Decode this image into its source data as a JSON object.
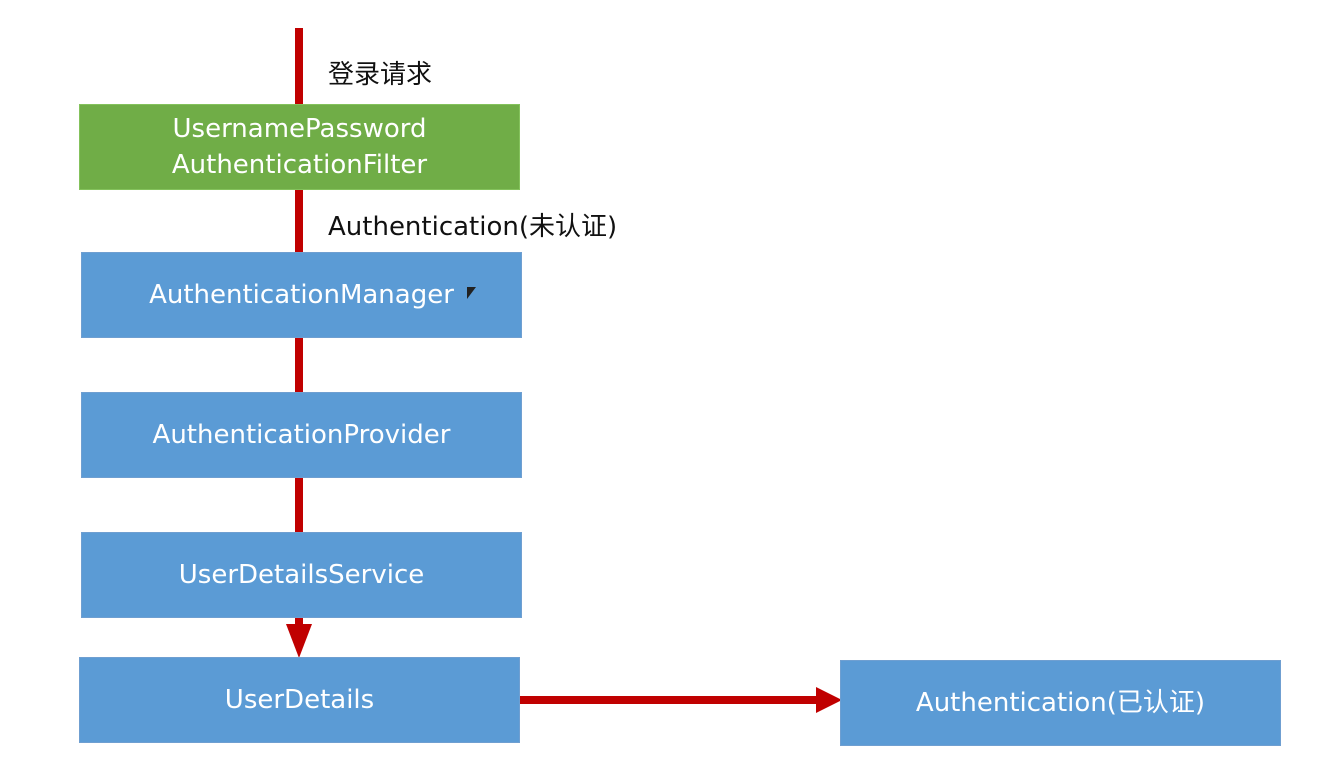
{
  "colors": {
    "connector": "#c00000",
    "filter_box": "#70ad47",
    "component_box": "#5b9bd5",
    "box_text": "#ffffff"
  },
  "labels": {
    "login_request": "登录请求",
    "unauthenticated": "Authentication(未认证)"
  },
  "nodes": {
    "filter_line1": "UsernamePassword",
    "filter_line2": "AuthenticationFilter",
    "manager": "AuthenticationManager",
    "provider": "AuthenticationProvider",
    "user_details_service": "UserDetailsService",
    "user_details": "UserDetails",
    "authenticated": "Authentication(已认证)"
  }
}
